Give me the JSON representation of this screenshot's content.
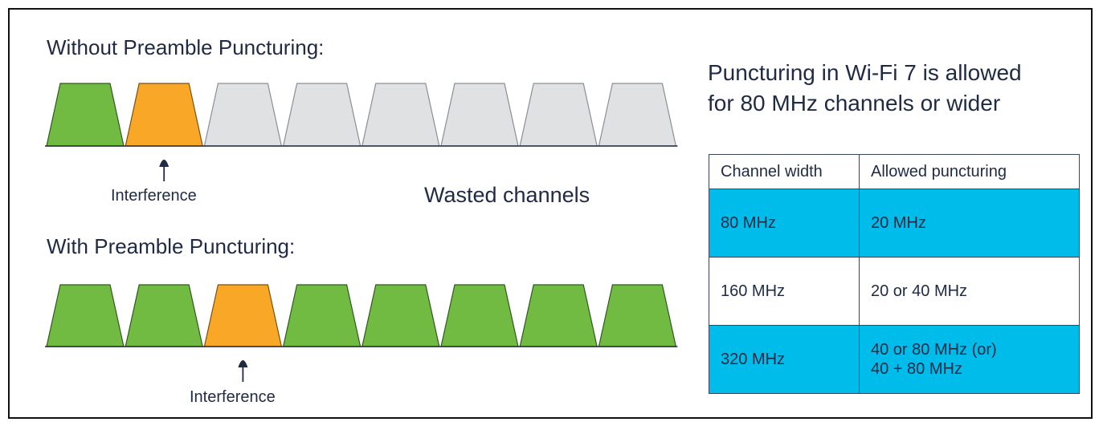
{
  "colors": {
    "clean": "#72bb43",
    "interference": "#f8a727",
    "wasted": "#dfe1e3",
    "table_band": "#00bceb",
    "text": "#1f2a44"
  },
  "without": {
    "heading": "Without Preamble Puncturing:",
    "channels": [
      "clean",
      "interference",
      "wasted",
      "wasted",
      "wasted",
      "wasted",
      "wasted",
      "wasted"
    ],
    "interference_label": "Interference",
    "wasted_label": "Wasted channels"
  },
  "with": {
    "heading": "With Preamble Puncturing:",
    "channels": [
      "clean",
      "clean",
      "interference",
      "clean",
      "clean",
      "clean",
      "clean",
      "clean"
    ],
    "interference_label": "Interference"
  },
  "info": {
    "line1": "Puncturing in Wi-Fi 7 is allowed",
    "line2": "for 80 MHz channels or wider"
  },
  "table": {
    "headers": [
      "Channel width",
      "Allowed puncturing"
    ],
    "rows": [
      {
        "width": "80 MHz",
        "puncturing": [
          "20 MHz"
        ]
      },
      {
        "width": "160 MHz",
        "puncturing": [
          "20 or 40 MHz"
        ]
      },
      {
        "width": "320 MHz",
        "puncturing": [
          "40 or 80 MHz (or)",
          "40 + 80 MHz"
        ]
      }
    ]
  }
}
